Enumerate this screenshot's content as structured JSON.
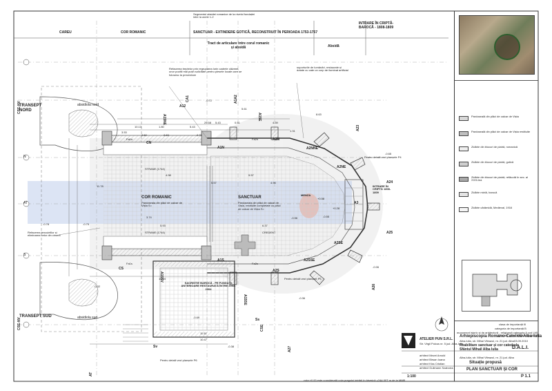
{
  "header": {
    "main_title": "SANCTUAR - EXTINDERE GOTICĂ, RECONSTRUIT ÎN PERIOADA 1753-1757",
    "crypt_title": "INTRARE ÎN CRIPTĂ- BAROCĂ - 1808-1809",
    "tract": "Tract de articulare intre corul romanic și absidă",
    "absida": "Absidă",
    "careu": "CAREU",
    "cor_romanic": "COR ROMANIC",
    "top_note": "Segmentul absidei romanice de la nivelul fundației intre la axele 1-2"
  },
  "spaces": {
    "transept_nord": "TRANSEPT NORD",
    "absidiola_nord": "absidiola nord",
    "transept_sud": "TRANSEPT SUD",
    "absidiola_sud": "absidiola sud",
    "cor_romanic": "COR ROMANIC",
    "sanctuar": "SANCTUAR",
    "menza": "MENZA",
    "sacristie": "SACRISTIE BAROCĂ - PE FUNDAȚII ANTERIOARE RESTAURATĂ ÎNTRE 2003-2004",
    "intrare_cripta": "INTRARE ÎN CRIPTĂ 1808-1809",
    "strane": "STRANE (1744)",
    "credente": "CREDENT",
    "cor_note": "Pardoseala din plăci de calcar de Vișta S=",
    "sanctuar_note": "Pardoseala din plăci de calcar de Vișta, restituite completate cu plăci de calcar de Vișta S=",
    "rebasare": "Refacerea tencuielilor și eliminarea celor din ciment"
  },
  "axes": {
    "left": [
      "CSE-NV",
      "N",
      "AT",
      "S",
      "CSE-NV"
    ],
    "bubbles": [
      "A12",
      "A1N",
      "A2N",
      "A2NNE",
      "A2NE",
      "A3",
      "A2SE",
      "A2SSE",
      "A2S",
      "A1S",
      "A1A2",
      "A15NE",
      "A15E",
      "A15SE",
      "A15SV",
      "A23",
      "A24",
      "A25",
      "A26",
      "A27",
      "CA1",
      "CS",
      "CSE",
      "CN",
      "Fa1n",
      "Fa2n",
      "Fa1s",
      "Fa2s",
      "Sv",
      "Ss",
      "AT"
    ]
  },
  "notes": {
    "floor_note": "Refacerea treptelor prin regruparea lorin cadrele căizmei, unor pozitii mai puțin solicitate pentru piesele locale care se folosesc la prezentare",
    "lighting_note": "suporturile de lumânări, restaurate și dotate cu cate un corp de iluminat artificial",
    "bottom_note": "cota ±0.00 este considerată cota pragului intrării în biserică =244,00T m de la MMB",
    "detail_p1": "Pentru detalii vezi planșele P4",
    "detail_p2": "Pentru detalii vezi planșele P5",
    "detail_p3": "Pentru detalii vezi planșele P6",
    "detail_p4": "Pentru detalii vezi planșele P3"
  },
  "dimensions": [
    "10.13",
    "5.43",
    "1.80",
    "5.43",
    "5.61",
    "4.98",
    "5.57",
    "2.52",
    "2.63",
    "29.58",
    "8.63",
    "4.95",
    "5.93",
    "6.37",
    "5.57",
    "3.53",
    "2.72",
    "1.31",
    "0.51",
    "4.39",
    "3.74",
    "11.78",
    "13.04",
    "10.47",
    "11.51",
    "-0.72",
    "-0.65",
    "-0.78",
    "-0.75",
    "-0.56",
    "-0.55",
    "-0.06",
    "-0.36",
    "-0.38",
    "-0.69",
    "-0.32",
    "+0.58",
    "+0.28"
  ],
  "legend": [
    {
      "label": "Pardoseală din plăci de calcar de Vișta",
      "fill": "#d8d8d8"
    },
    {
      "label": "Pardoseală din plăci de calcar de Vișta restituite",
      "fill": "#bfbfbf"
    },
    {
      "label": "Zidărie din blocuri de piatră, romanică",
      "fill": "#efefef"
    },
    {
      "label": "Zidărie din blocuri de piatră, gotică",
      "fill": "#cfcfcf"
    },
    {
      "label": "Zidărie din blocuri de piatră, refăcută în sec. al XVIII-lea",
      "fill": "#a9a9a9"
    },
    {
      "label": "Zidărie mixtă, barocă",
      "fill": "#e4e4e4"
    },
    {
      "label": "Zidărie cărămidă, Medieval, 1916",
      "fill": "#f5f5f5"
    }
  ],
  "titleblock": {
    "class_importance": "clasa de importanță III",
    "category_importance": "categoria de importanță B",
    "monument": "monument istoric și de arhitectură - religioasă categoria A cod LMI - 2004 jud. Alba : AB-II-m-A-00126",
    "firm": "ATELIER PUN S.R.L.",
    "firm_address": "Str. Virgil Pulcus nr. 5 jud. Alba-Iulia",
    "beneficiary": "Arhiepiscopia Romano-Catolică Alba-Iulia",
    "beneficiary_address": "Alba-Iulia, str. Mihai Viteazul, nr. 21 jud. Alba",
    "project": "Reabilitare sanctuar și cor catedrala Sfântul Mihail Alba Iulia",
    "project_address": "Alba-Iulia, str. Mihai Viteazul, nr. 21 jud. Alba",
    "project_no": "901",
    "date": "03.09.2010",
    "phase": "D.A.L.I.",
    "situation": "Situație propusă",
    "plan_title": "PLAN SANCTUAR ȘI COR",
    "scale": "1:100",
    "sheet": "P 1.1",
    "people": [
      "arhitect Mezei Arnold",
      "arhitect Birsan Ioana",
      "arhitect Kiss Cristian",
      "arhitect Gulimann Szabolcs"
    ]
  }
}
